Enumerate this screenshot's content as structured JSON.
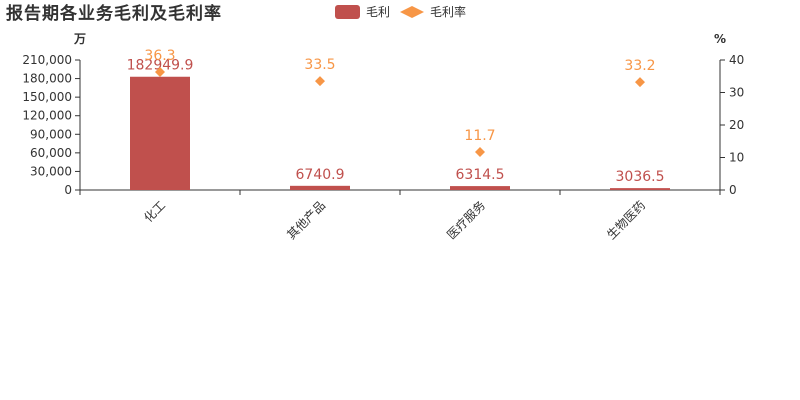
{
  "title": "报告期各业务毛利及毛利率",
  "colors": {
    "bar": "#c0504d",
    "rate": "#f79646",
    "axis": "#333333"
  },
  "legend": {
    "bar_label": "毛利",
    "rate_label": "毛利率"
  },
  "chart_data": {
    "type": "bar",
    "categories": [
      "化工",
      "其他产品",
      "医疗服务",
      "生物医药"
    ],
    "series": [
      {
        "name": "毛利",
        "type": "bar",
        "axis": "left",
        "values": [
          182949.9,
          6740.9,
          6314.5,
          3036.5
        ]
      },
      {
        "name": "毛利率",
        "type": "scatter",
        "axis": "right",
        "values": [
          36.3,
          33.5,
          11.7,
          33.2
        ]
      }
    ],
    "y_left": {
      "unit": "万",
      "ylim": [
        0,
        210000
      ],
      "ticks": [
        0,
        30000,
        60000,
        90000,
        120000,
        150000,
        180000,
        210000
      ],
      "tick_labels": [
        "0",
        "30,000",
        "60,000",
        "90,000",
        "120,000",
        "150,000",
        "180,000",
        "210,000"
      ]
    },
    "y_right": {
      "unit": "%",
      "ylim": [
        0,
        40
      ],
      "ticks": [
        0,
        10,
        20,
        30,
        40
      ],
      "tick_labels": [
        "0",
        "10",
        "20",
        "30",
        "40"
      ]
    },
    "bar_labels": [
      "182949.9",
      "6740.9",
      "6314.5",
      "3036.5"
    ],
    "rate_labels": [
      "36.3",
      "33.5",
      "11.7",
      "33.2"
    ],
    "legend_position": "top-center",
    "grid": false
  }
}
